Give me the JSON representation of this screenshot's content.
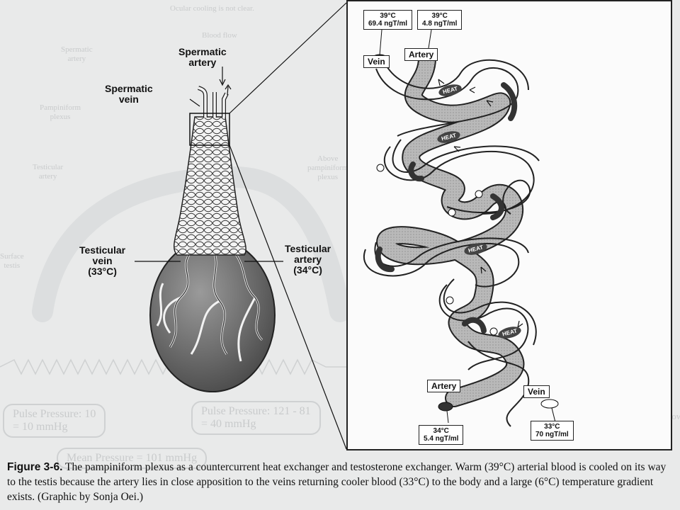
{
  "left_figure": {
    "spermatic_artery": "Spermatic\nartery",
    "spermatic_vein": "Spermatic\nvein",
    "testicular_vein": "Testicular\nvein\n(33°C)",
    "testicular_artery": "Testicular\nartery\n(34°C)"
  },
  "inset": {
    "top_left_readout": "39°C\n69.4 ngT/ml",
    "top_right_readout": "39°C\n4.8 ngT/ml",
    "top_vein_label": "Vein",
    "top_artery_label": "Artery",
    "heat_label": "HEAT",
    "bottom_artery_label": "Artery",
    "bottom_vein_label": "Vein",
    "bottom_left_readout": "34°C\n5.4 ngT/ml",
    "bottom_right_readout": "33°C\n70 ngT/ml"
  },
  "caption": {
    "figure_number": "Figure 3-6.",
    "text": "The pampiniform plexus as a countercurrent heat exchanger and  testosterone exchanger. Warm (39°C) arterial blood is cooled on its way to the testis because the artery lies in close apposition to the veins returning cooler blood (33°C) to the body and a large (6°C) temperature gradient exists. (Graphic by Sonja Oei.)"
  }
}
